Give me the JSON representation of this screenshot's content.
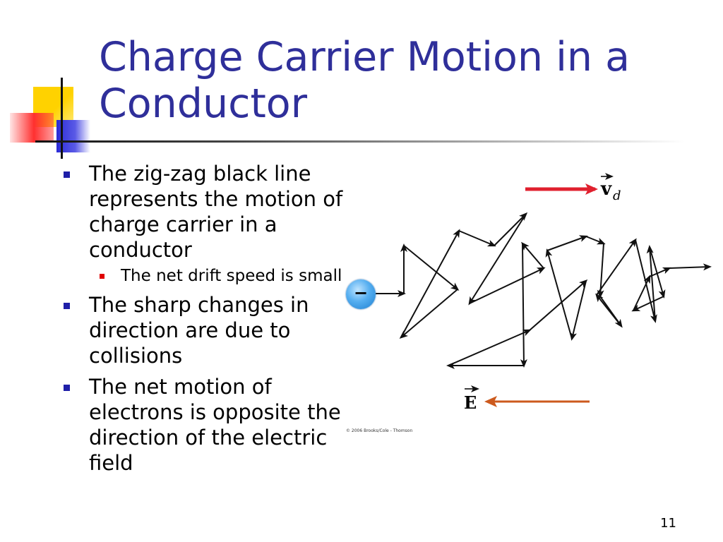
{
  "slide": {
    "title": "Charge Carrier Motion in a Conductor",
    "page_number": "11"
  },
  "bullets": [
    {
      "text": "The zig-zag black line represents the motion of charge carrier in a conductor",
      "sub": [
        "The net drift speed is small"
      ]
    },
    {
      "text": "The sharp changes in direction are due to collisions",
      "sub": []
    },
    {
      "text": "The net motion of electrons is opposite the direction of the electric field",
      "sub": []
    }
  ],
  "figure": {
    "drift_velocity_label": "v",
    "drift_velocity_subscript": "d",
    "field_label": "E",
    "electron_symbol": "−",
    "copyright": "© 2006 Brooks/Cole - Thomson",
    "colors": {
      "drift_arrow": "#e0202e",
      "field_arrow": "#cc5a1e",
      "path": "#111111",
      "electron": "#55aef0"
    }
  },
  "colors": {
    "title": "#2f2f9a",
    "bullet_marker": "#1f1fa8",
    "sub_bullet_marker": "#e00000"
  }
}
